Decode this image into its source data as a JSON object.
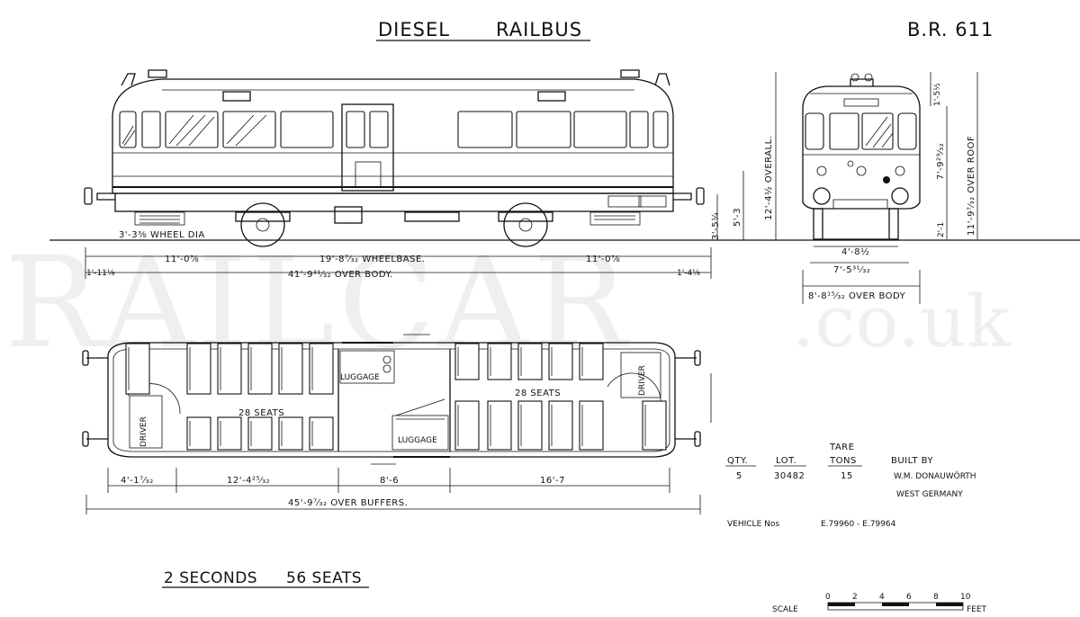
{
  "title": {
    "left": "DIESEL",
    "right": "RAILBUS"
  },
  "ref": "B.R. 611",
  "watermark": {
    "main": "RAILCAR",
    "suffix": ".co.uk"
  },
  "side_dims": {
    "wheel_dia": "3'-3⅜ WHEEL DIA",
    "left_overhang": "11'-0⅞",
    "wheelbase": "19'-8⁷⁄₃₂ WHEELBASE.",
    "right_overhang": "11'-0⅞",
    "over_body": "41'-9³¹⁄₃₂ OVER BODY.",
    "left_buffer": "1'-11⅛",
    "right_buffer": "1'-4⅛",
    "overall_height": "12'-4½ OVERALL.",
    "floor_height": "3'-5¼",
    "buffer_height": "5'-3"
  },
  "end_dims": {
    "top": "1'-5½",
    "body_height": "7'-9²⁹⁄₃₂",
    "over_roof": "11'-9⁷⁄₃₂ OVER ROOF",
    "step": "2'-1",
    "bogie_width": "4'-8½",
    "buffer_centres": "7'-5³¹⁄₃₂",
    "over_body": "8'-8¹⁵⁄₃₂ OVER BODY"
  },
  "plan": {
    "seats_a": "28 SEATS",
    "seats_b": "28 SEATS",
    "luggage_a": "LUGGAGE",
    "luggage_b": "LUGGAGE",
    "driver_a": "DRIVER",
    "driver_b": "DRIVER",
    "dim_end": "4'-1⁷⁄₃₂",
    "dim_saloon_a": "12'-4²⁵⁄₃₂",
    "dim_vestibule": "8'-6",
    "dim_saloon_b": "16'-7",
    "dim_over_buffers": "45'-9⁷⁄₃₂ OVER BUFFERS."
  },
  "info_table": {
    "col_qty": "QTY.",
    "col_lot": "LOT.",
    "col_tare_top": "TARE",
    "col_tare": "TONS",
    "col_built": "BUILT BY",
    "qty": "5",
    "lot": "30482",
    "tare": "15",
    "builder_1": "W.M. DONAUWÖRTH",
    "builder_2": "WEST GERMANY"
  },
  "vehicle_nos": {
    "label": "VEHICLE Nos",
    "range": "E.79960 - E.79964"
  },
  "summary": {
    "classes": "2 SECONDS",
    "seats": "56 SEATS"
  },
  "scale": {
    "label": "SCALE",
    "unit": "FEET",
    "ticks": [
      "0",
      "2",
      "4",
      "6",
      "8",
      "10"
    ]
  }
}
